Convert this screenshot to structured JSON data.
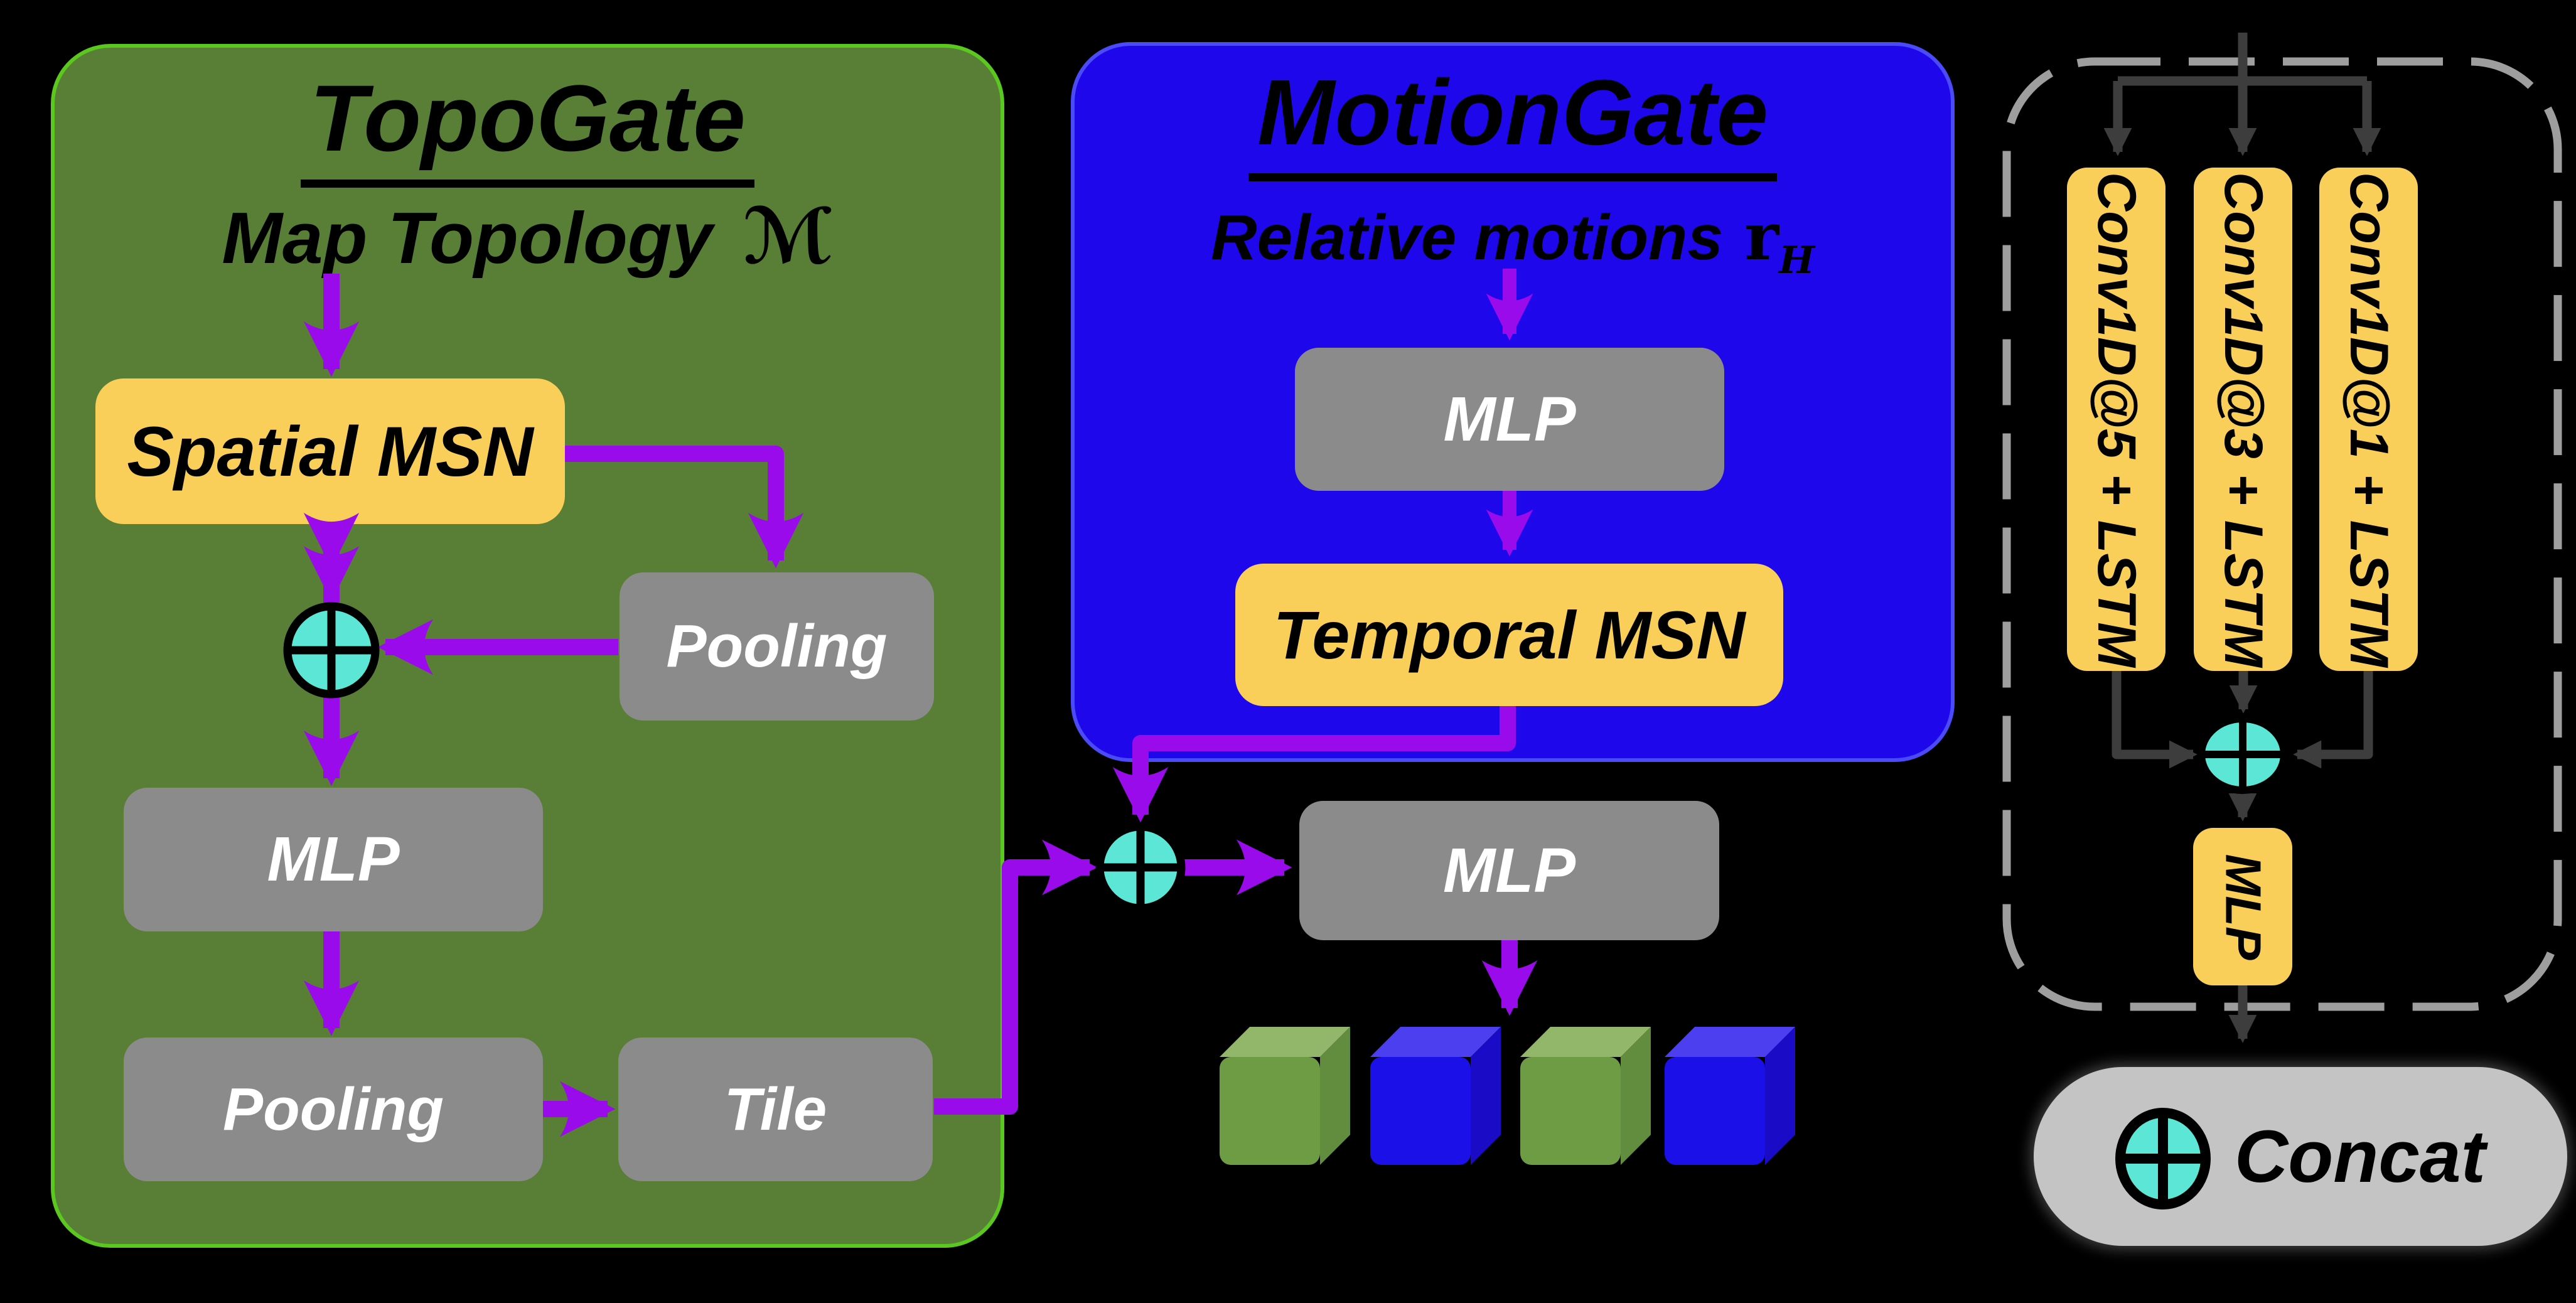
{
  "topogate": {
    "title": "TopoGate",
    "input_label": "Map Topology",
    "input_symbol": "ℳ",
    "spatial_msn": "Spatial MSN",
    "pooling_top": "Pooling",
    "mlp": "MLP",
    "pooling_bottom": "Pooling",
    "tile": "Tile"
  },
  "motiongate": {
    "title": "MotionGate",
    "input_label": "Relative motions",
    "input_symbol": "r",
    "input_subscript": "H",
    "mlp": "MLP",
    "temporal_msn": "Temporal MSN"
  },
  "fusion": {
    "mlp": "MLP"
  },
  "msn_block": {
    "branches": [
      "Conv1D@5 + LSTM",
      "Conv1D@3 + LSTM",
      "Conv1D@1 + LSTM"
    ],
    "mlp": "MLP"
  },
  "legend": {
    "label": "Concat"
  },
  "outputs": {
    "cube_pattern": [
      "green",
      "blue",
      "green",
      "blue"
    ]
  },
  "colors": {
    "topogate_fill": "#597f36",
    "topogate_border": "#5ac81e",
    "motiongate_fill": "#1e08eb",
    "node_yellow": "#f9cf5a",
    "node_gray": "#8b8b8b",
    "arrow_purple": "#9a0beb",
    "arrow_dark": "#3d3d3d",
    "concat_cyan": "#5ce6d6",
    "dashed_border": "#9e9e9e",
    "legend_fill": "#c4c4c4",
    "cube_green": "#6d9c45",
    "cube_blue": "#1b10e8"
  }
}
